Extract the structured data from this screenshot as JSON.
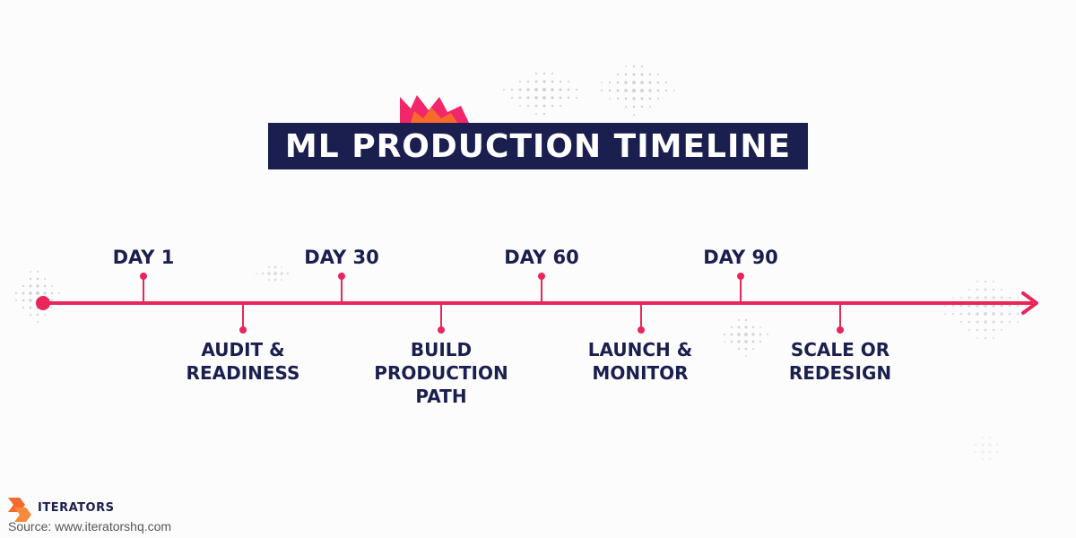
{
  "title": "ML PRODUCTION TIMELINE",
  "milestones": [
    {
      "label": "DAY 1"
    },
    {
      "label": "DAY 30"
    },
    {
      "label": "DAY 60"
    },
    {
      "label": "DAY 90"
    }
  ],
  "phases": [
    {
      "lines": [
        "AUDIT &",
        "READINESS"
      ]
    },
    {
      "lines": [
        "BUILD",
        "PRODUCTION",
        "PATH"
      ]
    },
    {
      "lines": [
        "LAUNCH &",
        "MONITOR"
      ]
    },
    {
      "lines": [
        "SCALE OR",
        "REDESIGN"
      ]
    }
  ],
  "brand": {
    "name": "ITERATORS",
    "logo_icon": "iterators-logo",
    "source": "Source: www.iteratorshq.com"
  },
  "colors": {
    "timeline": "#e8265a",
    "title_bg": "#1b1f4f",
    "text": "#1b1f4f",
    "flame_outer": "#f2276a",
    "flame_inner": "#f76b2a",
    "logo": "#f26a2e"
  }
}
